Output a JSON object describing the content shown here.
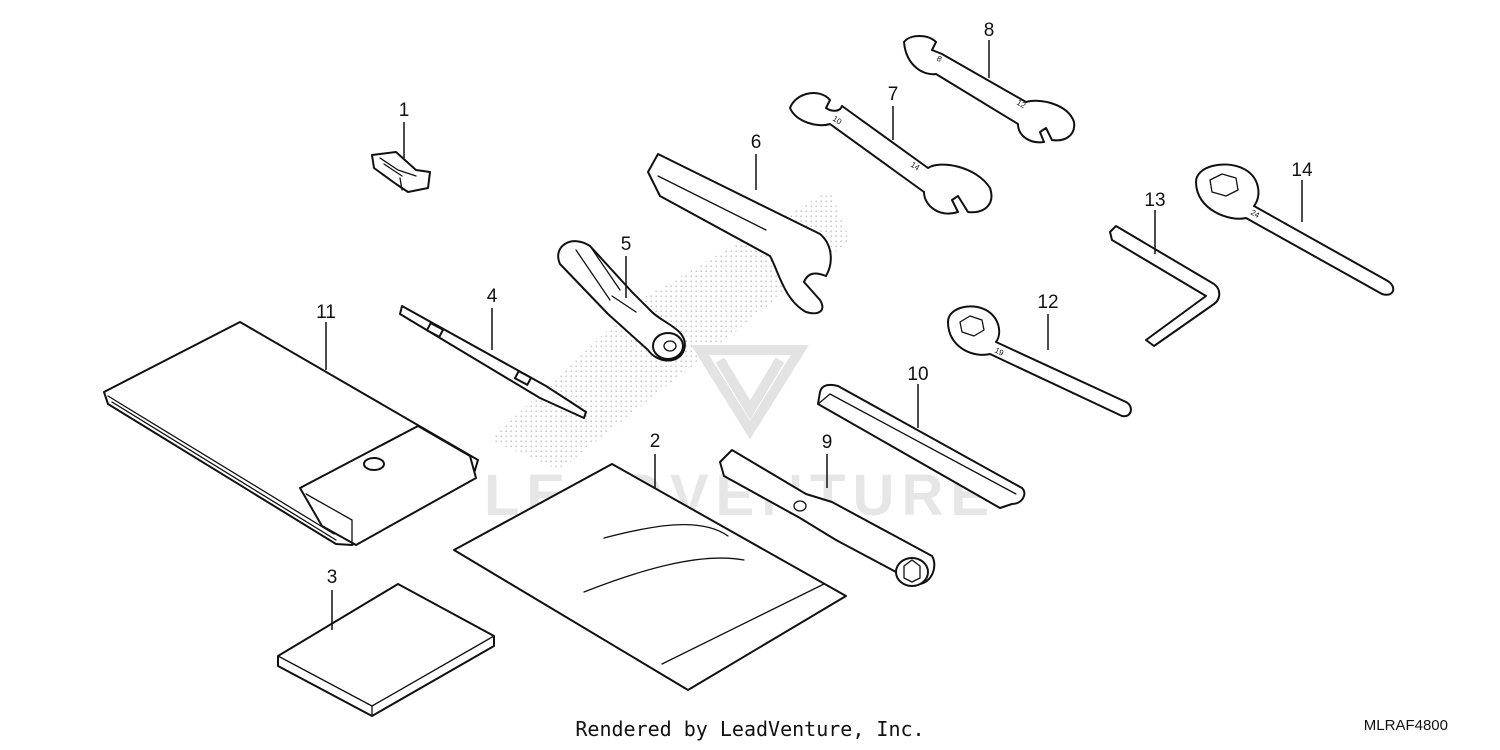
{
  "watermark": {
    "text": "LEADVENTURE"
  },
  "callouts": [
    "1",
    "2",
    "3",
    "4",
    "5",
    "6",
    "7",
    "8",
    "9",
    "10",
    "11",
    "12",
    "13",
    "14"
  ],
  "wrench_markings": {
    "w7_small": "10",
    "w7_large": "14",
    "w8_small": "8",
    "w8_large": "12",
    "w12": "19",
    "w14": "24"
  },
  "footer": {
    "credit": "Rendered by LeadVenture, Inc.",
    "diagram_code": "MLRAF4800"
  }
}
